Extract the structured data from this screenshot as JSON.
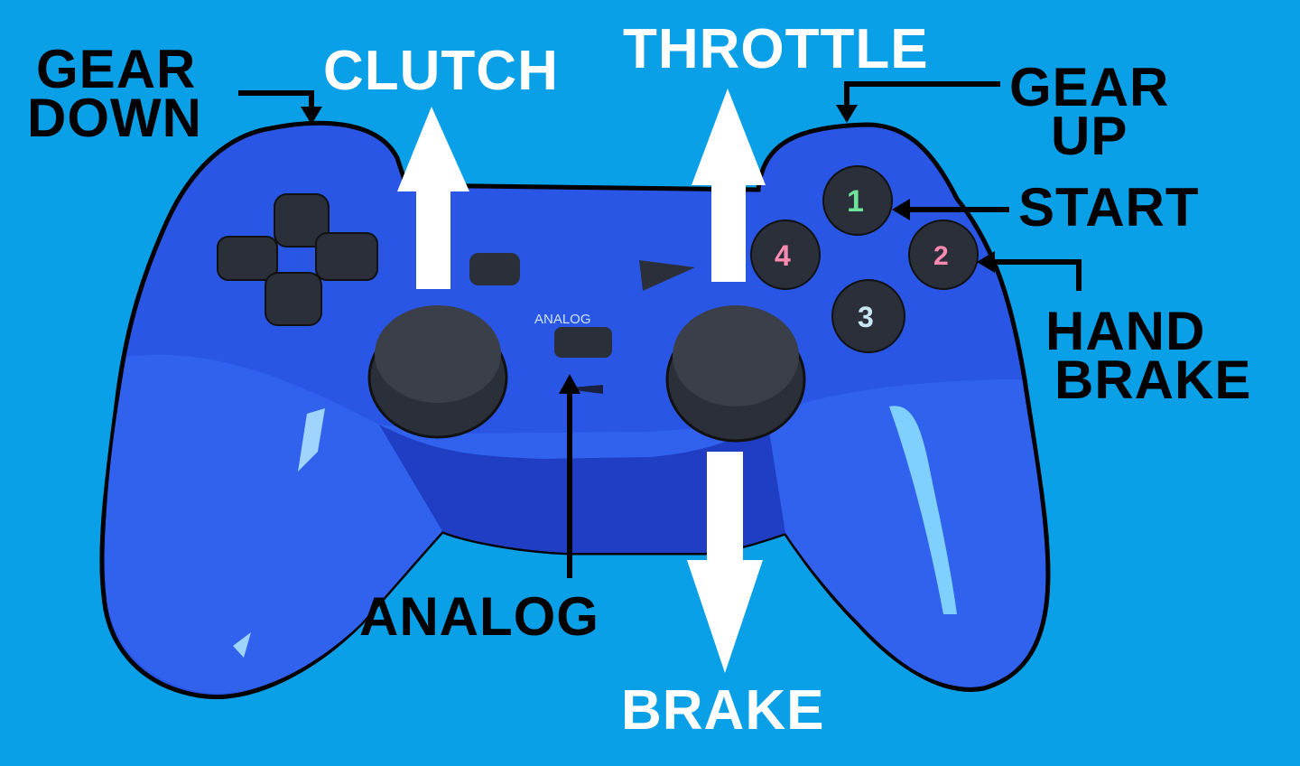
{
  "labels": {
    "gear_down": [
      "GEAR",
      "DOWN"
    ],
    "clutch": "CLUTCH",
    "throttle": "THROTTLE",
    "gear_up": [
      "GEAR",
      "UP"
    ],
    "start": "START",
    "hand_brake": [
      "HAND",
      "BRAKE"
    ],
    "analog": "ANALOG",
    "brake": "BRAKE"
  },
  "controller": {
    "analog_button_text": "ANALOG",
    "face_buttons": [
      "1",
      "2",
      "3",
      "4"
    ]
  },
  "colors": {
    "background": "#0aa0e8",
    "controller_body": "#2a56e6",
    "controller_dark": "#1b34b8",
    "button_dark": "#2b2f3a",
    "button_1_digit": "#6fe39a",
    "button_2_digit": "#ff8ab0",
    "button_3_digit": "#c9e6f5",
    "button_4_digit": "#ff8ab0",
    "label_dark": "#000000",
    "label_light": "#ffffff"
  }
}
